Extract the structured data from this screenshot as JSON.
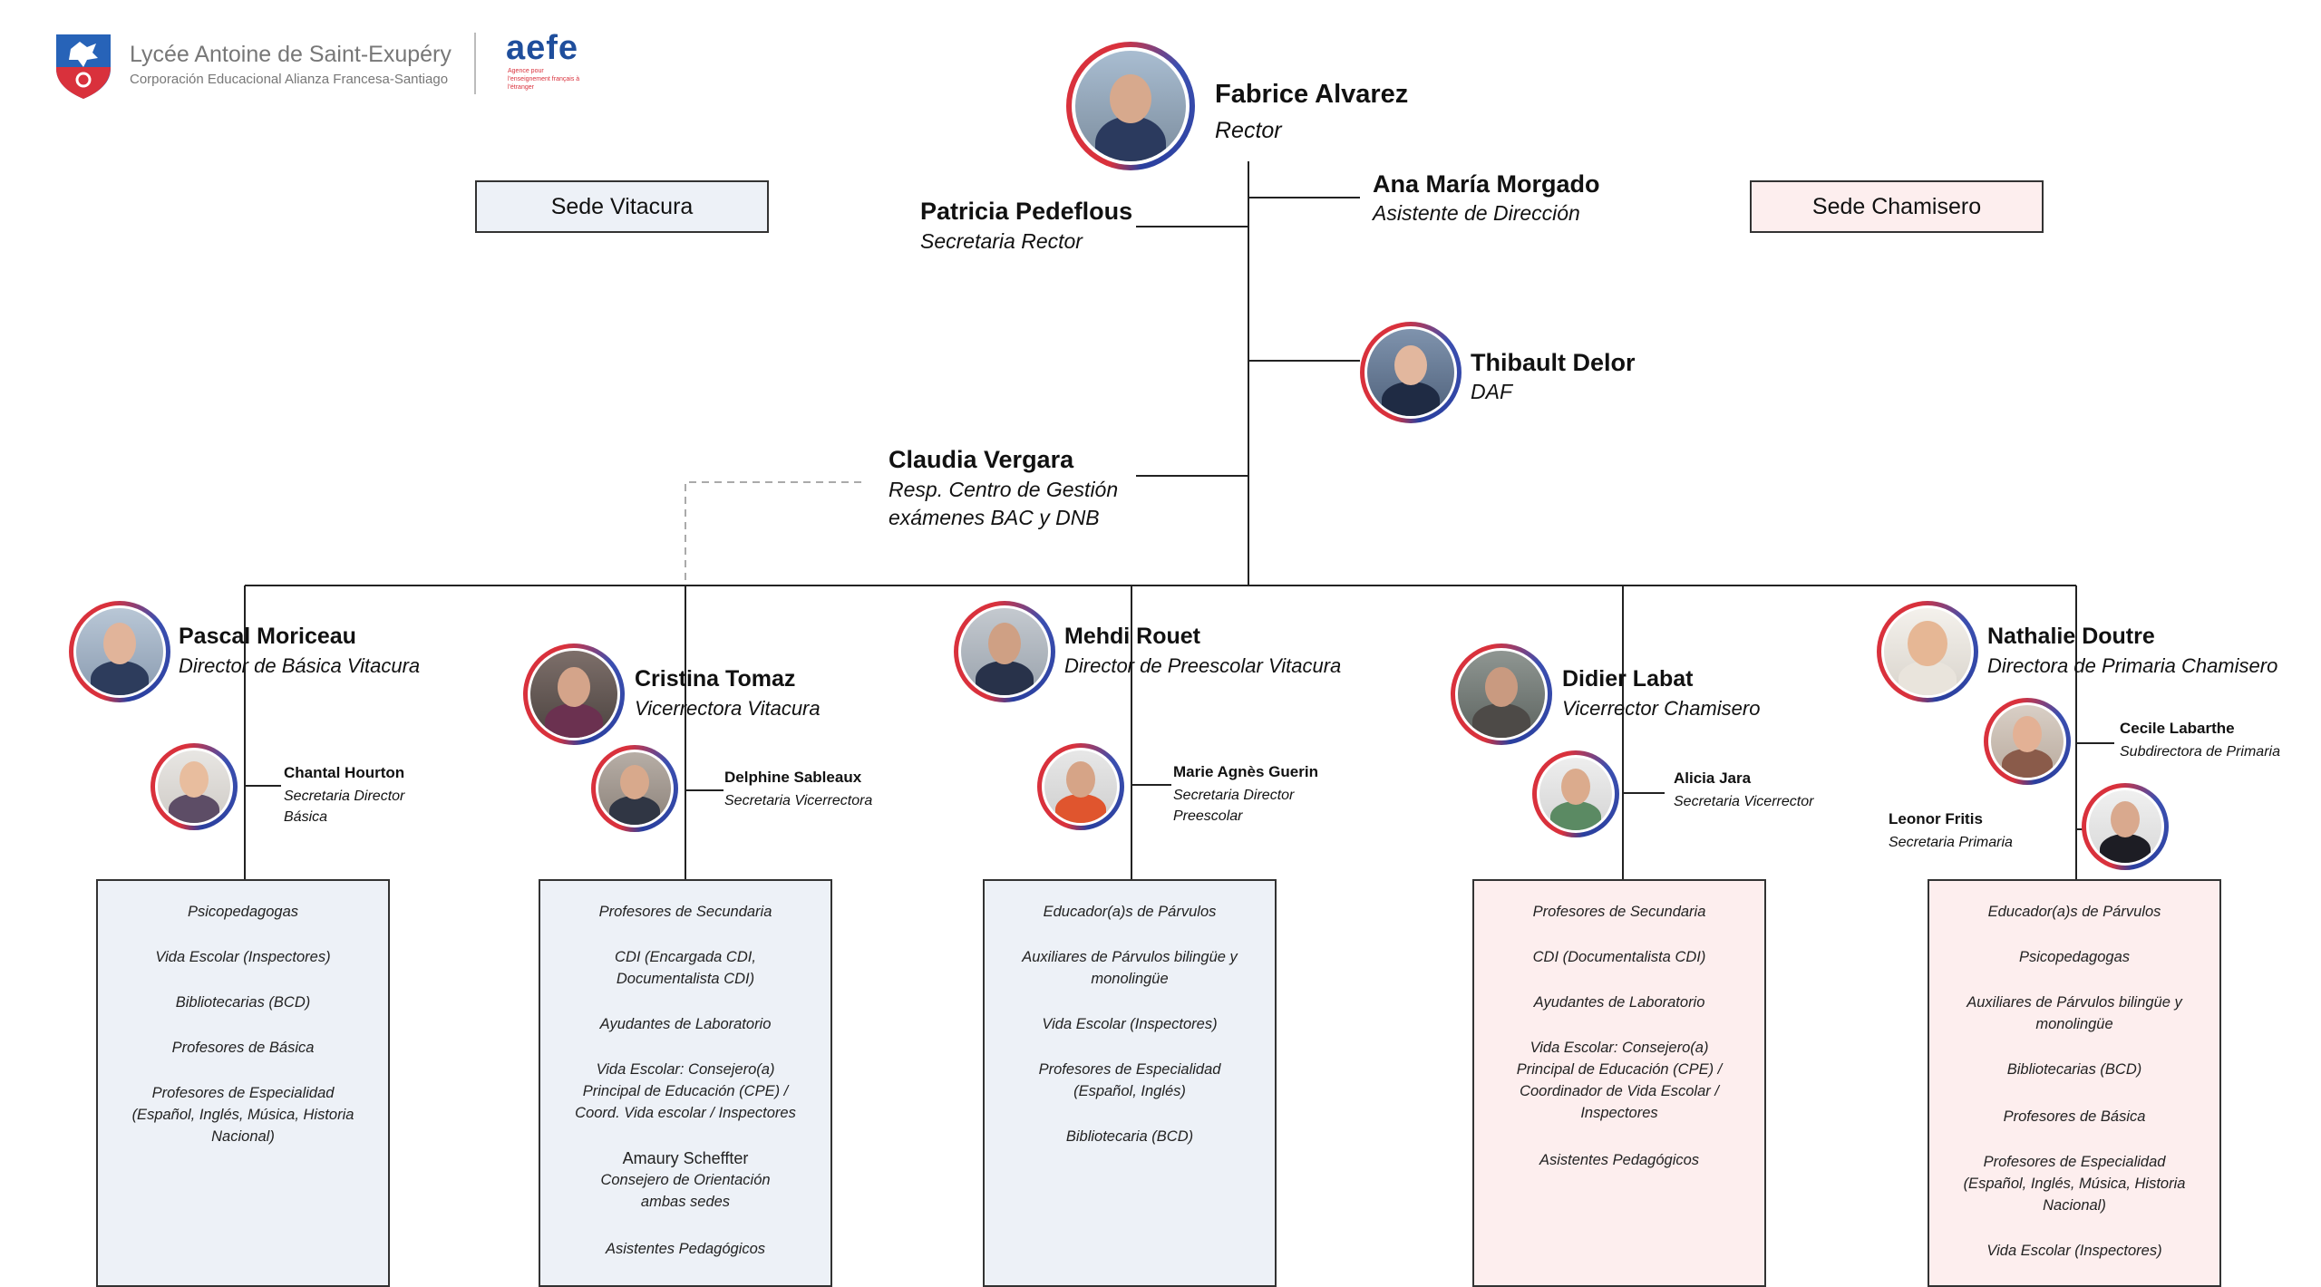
{
  "header": {
    "school_name": "Lycée Antoine de Saint-Exupéry",
    "school_subtitle": "Corporación Educacional Alianza Francesa-Santiago",
    "aefe_logo": "aefe",
    "aefe_tagline": "Agence pour l'enseignement français à l'étranger"
  },
  "sedes": {
    "vitacura": "Sede Vitacura",
    "chamisero": "Sede Chamisero"
  },
  "colors": {
    "vitacura_fill": "#edf1f7",
    "chamisero_fill": "#fdeeee",
    "ring_red": "#d9313c",
    "ring_blue": "#2a3f9e"
  },
  "people": {
    "rector": {
      "name": "Fabrice Alvarez",
      "role": "Rector"
    },
    "secretaria_rector": {
      "name": "Patricia Pedeflous",
      "role": "Secretaria Rector"
    },
    "asistente": {
      "name": "Ana María Morgado",
      "role": "Asistente de Dirección"
    },
    "daf": {
      "name": "Thibault Delor",
      "role": "DAF"
    },
    "gestion": {
      "name": "Claudia Vergara",
      "role_1": "Resp. Centro de Gestión",
      "role_2": "exámenes BAC y DNB"
    },
    "pascal": {
      "name": "Pascal Moriceau",
      "role": "Director de Básica Vitacura"
    },
    "cristina": {
      "name": "Cristina Tomaz",
      "role": "Vicerrectora Vitacura"
    },
    "mehdi": {
      "name": "Mehdi Rouet",
      "role": "Director de Preescolar Vitacura"
    },
    "didier": {
      "name": "Didier Labat",
      "role": "Vicerrector Chamisero"
    },
    "nathalie": {
      "name": "Nathalie Doutre",
      "role": "Directora de Primaria Chamisero"
    },
    "chantal": {
      "name": "Chantal Hourton",
      "role_1": "Secretaria Director",
      "role_2": "Básica"
    },
    "delphine": {
      "name": "Delphine Sableaux",
      "role": "Secretaria Vicerrectora"
    },
    "marie": {
      "name": "Marie Agnès Guerin",
      "role_1": "Secretaria Director",
      "role_2": "Preescolar"
    },
    "alicia": {
      "name": "Alicia Jara",
      "role": "Secretaria Vicerrector"
    },
    "cecile": {
      "name": "Cecile Labarthe",
      "role": "Subdirectora de Primaria"
    },
    "leonor": {
      "name": "Leonor Fritis",
      "role": "Secretaria Primaria"
    }
  },
  "boxes": {
    "basica_vitacura": [
      "Psicopedagogas",
      "Vida Escolar (Inspectores)",
      "Bibliotecarias (BCD)",
      "Profesores  de Básica",
      "Profesores de Especialidad",
      "(Español, Inglés, Música, Historia",
      "Nacional)"
    ],
    "vicerrectora_vitacura": [
      "Profesores de Secundaria",
      "CDI (Encargada CDI,",
      "Documentalista CDI)",
      "Ayudantes de Laboratorio",
      "Vida Escolar: Consejero(a)",
      "Principal de Educación (CPE) /",
      "Coord. Vida escolar / Inspectores",
      "Amaury Scheffter",
      "Consejero de Orientación",
      "ambas sedes",
      "Asistentes Pedagógicos"
    ],
    "preescolar_vitacura": [
      "Educador(a)s de Párvulos",
      "Auxiliares de Párvulos bilingüe y",
      "monolingüe",
      "Vida Escolar (Inspectores)",
      "Profesores de Especialidad",
      "(Español, Inglés)",
      "Bibliotecaria (BCD)"
    ],
    "vicerrector_chamisero": [
      "Profesores de Secundaria",
      "CDI (Documentalista CDI)",
      "Ayudantes de Laboratorio",
      "Vida Escolar: Consejero(a)",
      "Principal de Educación (CPE) /",
      "Coordinador de Vida Escolar /",
      "Inspectores",
      "Asistentes Pedagógicos"
    ],
    "primaria_chamisero": [
      "Educador(a)s de Párvulos",
      "Psicopedagogas",
      "Auxiliares de Párvulos bilingüe y",
      "monolingüe",
      "Bibliotecarias (BCD)",
      "Profesores de Básica",
      "Profesores de Especialidad",
      "(Español, Inglés, Música, Historia",
      "Nacional)",
      "Vida Escolar (Inspectores)"
    ]
  }
}
